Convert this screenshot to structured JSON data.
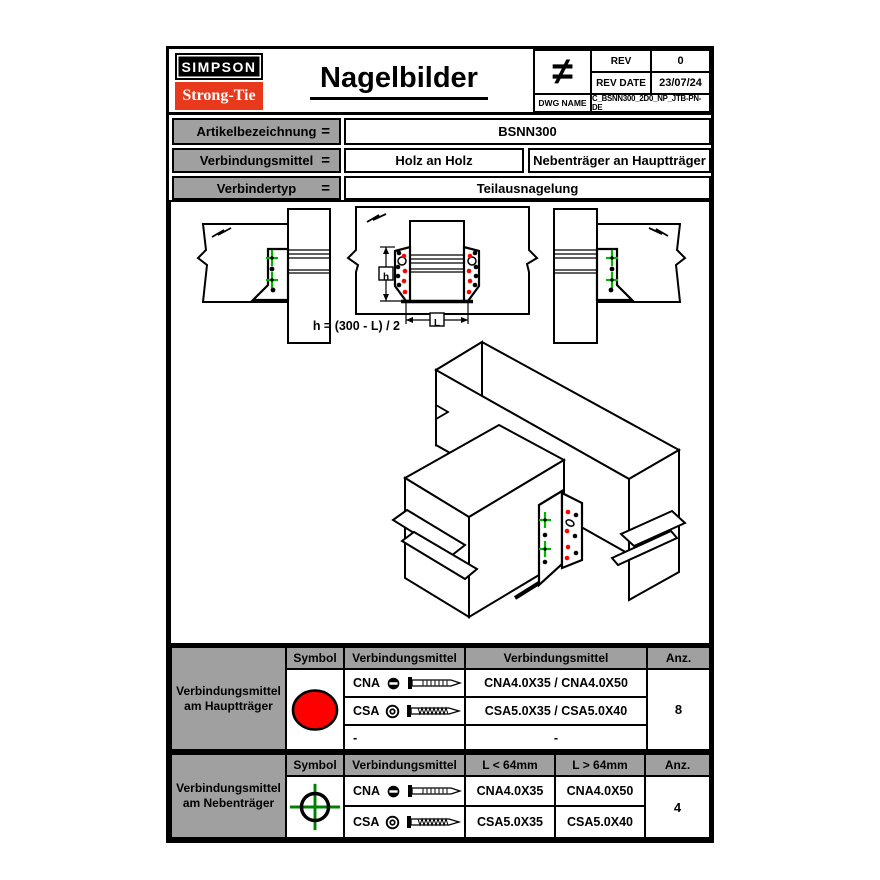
{
  "header": {
    "logo_top": "SIMPSON",
    "logo_bottom": "Strong-Tie",
    "title": "Nagelbilder",
    "neq": "≠",
    "rev_label": "REV",
    "rev_value": "0",
    "rev_date_label": "REV DATE",
    "rev_date_value": "23/07/24",
    "dwg_label": "DWG NAME",
    "dwg_value": "C_BSNN300_2D0_NP_JTB-PN-DE"
  },
  "info": {
    "eq": "=",
    "rows": [
      {
        "label": "Artikelbezeichnung",
        "value": "BSNN300"
      },
      {
        "label": "Verbindungsmittel",
        "value_left": "Holz an Holz",
        "value_right": "Nebenträger an Hauptträger"
      },
      {
        "label": "Verbindertyp",
        "value": "Teilausnagelung"
      }
    ]
  },
  "drawing": {
    "formula": "h = (300 - L) / 2",
    "dim_h": "h",
    "dim_l": "L"
  },
  "tables": {
    "haupt": {
      "label": "Verbindungsmittel am Hauptträger",
      "headers": [
        "Symbol",
        "Verbindungsmittel",
        "Verbindungsmittel",
        "Anz."
      ],
      "rows": [
        {
          "code": "CNA",
          "value": "CNA4.0X35 / CNA4.0X50"
        },
        {
          "code": "CSA",
          "value": "CSA5.0X35 / CSA5.0X40"
        },
        {
          "code": "-",
          "value": "-"
        }
      ],
      "anz": "8"
    },
    "neben": {
      "label": "Verbindungsmittel am Nebenträger",
      "headers": [
        "Symbol",
        "Verbindungsmittel",
        "L < 64mm",
        "L > 64mm",
        "Anz."
      ],
      "rows": [
        {
          "code": "CNA",
          "l_small": "CNA4.0X35",
          "l_large": "CNA4.0X50"
        },
        {
          "code": "CSA",
          "l_small": "CSA5.0X35",
          "l_large": "CSA5.0X40"
        }
      ],
      "anz": "4"
    }
  },
  "colors": {
    "symbol_red": "#ff0000",
    "logo_red": "#e8391d",
    "marker_green": "#00b400",
    "symbol_green": "#008000",
    "cell_gray": "#a0a0a0"
  }
}
